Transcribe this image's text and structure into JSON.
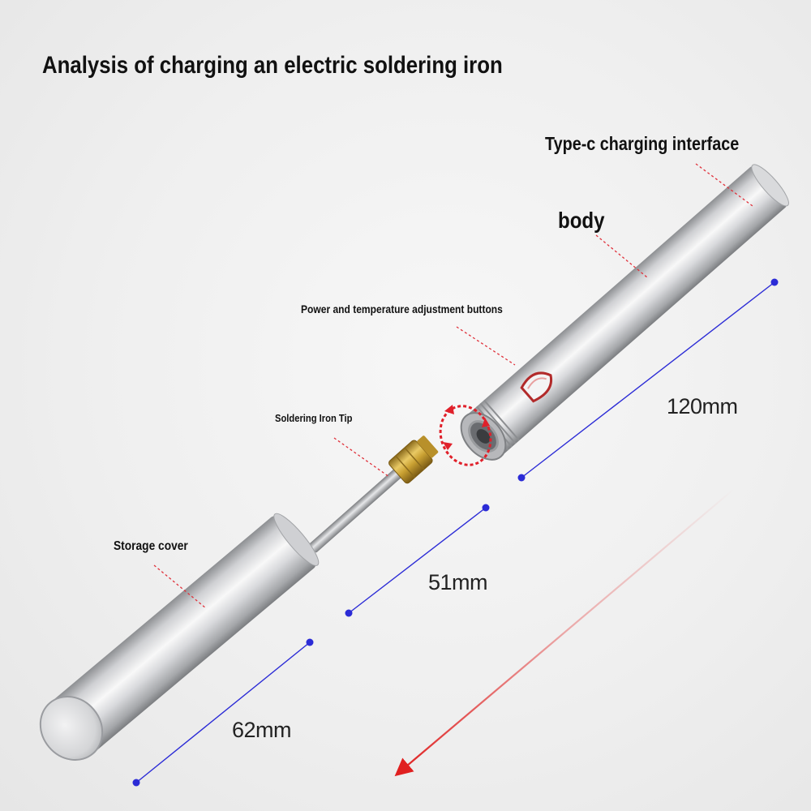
{
  "title": "Analysis of charging an electric soldering iron",
  "labels": {
    "typec": "Type-c charging interface",
    "body": "body",
    "buttons": "Power and temperature adjustment buttons",
    "tip": "Soldering Iron Tip",
    "cover": "Storage cover"
  },
  "dimensions": {
    "body_length": "120mm",
    "tip_length": "51mm",
    "cover_length": "62mm"
  },
  "colors": {
    "dimension_line": "#2b2bd6",
    "leader_line": "#e0303a",
    "arrow": "#e02020",
    "metal": "#c9cacc",
    "brass": "#c9a032"
  }
}
